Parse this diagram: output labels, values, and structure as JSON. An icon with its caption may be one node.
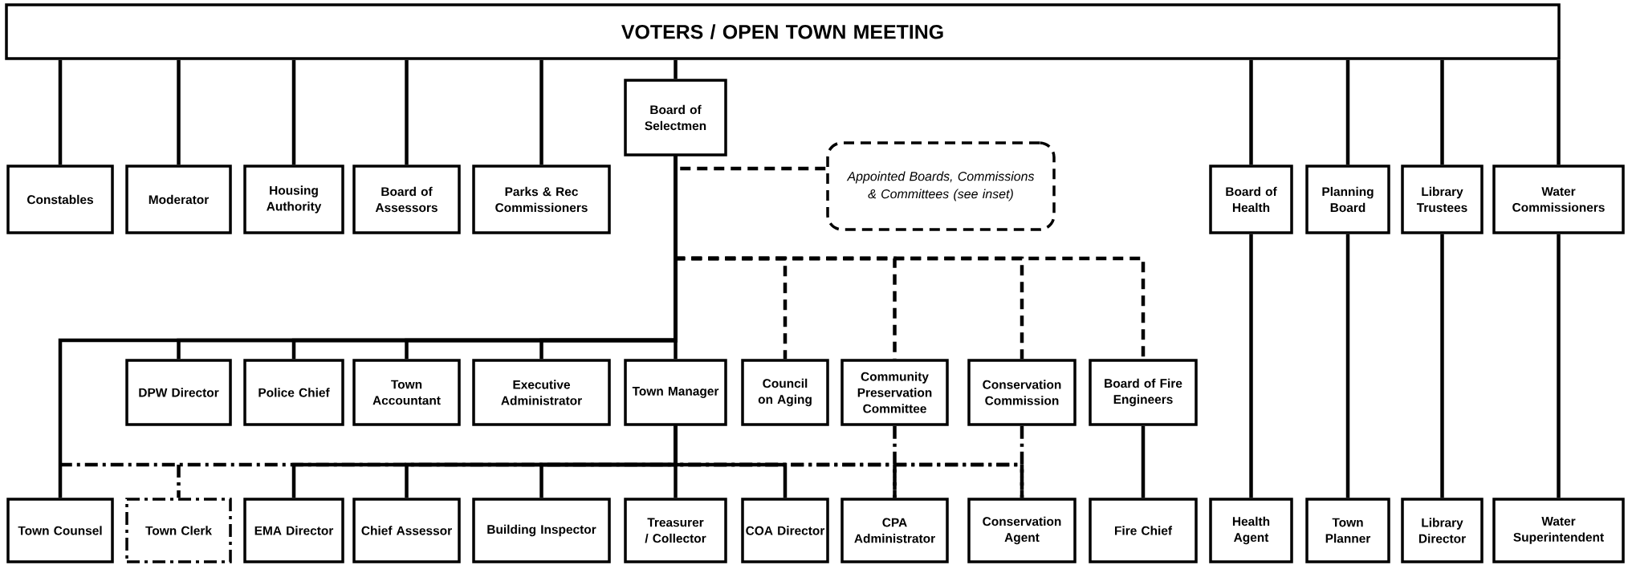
{
  "diagram": {
    "nodes": [
      {
        "text": [
          "VOTERS  /  OPEN TOWN MEETING"
        ]
      },
      {
        "text": [
          "Board of Selectmen"
        ]
      },
      {
        "text": [
          "Constables"
        ]
      },
      {
        "text": [
          "Moderator"
        ]
      },
      {
        "text": [
          "Housing Authority"
        ]
      },
      {
        "text": [
          "Board of Assessors"
        ]
      },
      {
        "text": [
          "Parks & Rec Commissioners"
        ]
      },
      {
        "text": [
          "Appointed Boards, Commissions & Committees (see inset)"
        ]
      },
      {
        "text": [
          "Board of Health"
        ]
      },
      {
        "text": [
          "Planning Board"
        ]
      },
      {
        "text": [
          "Library Trustees"
        ]
      },
      {
        "text": [
          "Water Commissioners"
        ]
      },
      {
        "text": [
          "DPW Director"
        ]
      },
      {
        "text": [
          "Police Chief"
        ]
      },
      {
        "text": [
          "Town Accountant"
        ]
      },
      {
        "text": [
          "Executive Administrator"
        ]
      },
      {
        "text": [
          "Town Manager"
        ]
      },
      {
        "text": [
          "Council on Aging"
        ]
      },
      {
        "text": [
          "Community Preservation Committee"
        ]
      },
      {
        "text": [
          "Conservation Commission"
        ]
      },
      {
        "text": [
          "Board of Fire Engineers"
        ]
      },
      {
        "text": [
          "Town Counsel"
        ]
      },
      {
        "text": [
          "Town Clerk"
        ]
      },
      {
        "text": [
          "EMA Director"
        ]
      },
      {
        "text": [
          "Chief Assessor"
        ]
      },
      {
        "text": [
          "Building Inspector"
        ]
      },
      {
        "text": [
          "Treasurer / Collector"
        ]
      },
      {
        "text": [
          "COA Director"
        ]
      },
      {
        "text": [
          "CPA Administrator"
        ]
      },
      {
        "text": [
          "Conservation Agent"
        ]
      },
      {
        "text": [
          "Fire Chief"
        ]
      },
      {
        "text": [
          "Health Agent"
        ]
      },
      {
        "text": [
          "Town Planner"
        ]
      },
      {
        "text": [
          "Library Director"
        ]
      },
      {
        "text": [
          "Water Superintendent"
        ]
      }
    ],
    "edges": [
      {
        "from": 0,
        "to": 2,
        "arrow": "none"
      },
      {
        "from": 0,
        "to": 3,
        "arrow": "none"
      },
      {
        "from": 0,
        "to": 4,
        "arrow": "none"
      },
      {
        "from": 0,
        "to": 5,
        "arrow": "none"
      },
      {
        "from": 0,
        "to": 6,
        "arrow": "none"
      },
      {
        "from": 0,
        "to": 1,
        "arrow": "none"
      },
      {
        "from": 0,
        "to": 8,
        "arrow": "none"
      },
      {
        "from": 0,
        "to": 9,
        "arrow": "none"
      },
      {
        "from": 0,
        "to": 10,
        "arrow": "none"
      },
      {
        "from": 0,
        "to": 11,
        "arrow": "none"
      },
      {
        "from": 1,
        "to": 7,
        "arrow": "none",
        "style": "dashed"
      },
      {
        "from": 1,
        "to": 21,
        "arrow": "none"
      },
      {
        "from": 1,
        "to": 12,
        "arrow": "none"
      },
      {
        "from": 1,
        "to": 13,
        "arrow": "none"
      },
      {
        "from": 1,
        "to": 14,
        "arrow": "none"
      },
      {
        "from": 1,
        "to": 15,
        "arrow": "none"
      },
      {
        "from": 1,
        "to": 16,
        "arrow": "none"
      },
      {
        "from": 1,
        "to": 17,
        "arrow": "none",
        "style": "dashed"
      },
      {
        "from": 1,
        "to": 18,
        "arrow": "none",
        "style": "dashed"
      },
      {
        "from": 1,
        "to": 19,
        "arrow": "none",
        "style": "dashed"
      },
      {
        "from": 1,
        "to": 20,
        "arrow": "none",
        "style": "dashed"
      },
      {
        "from": 16,
        "to": 22,
        "arrow": "none",
        "style": "dashed"
      },
      {
        "from": 16,
        "to": 23,
        "arrow": "none"
      },
      {
        "from": 16,
        "to": 24,
        "arrow": "none"
      },
      {
        "from": 16,
        "to": 25,
        "arrow": "none"
      },
      {
        "from": 16,
        "to": 26,
        "arrow": "none"
      },
      {
        "from": 16,
        "to": 27,
        "arrow": "none"
      },
      {
        "from": 16,
        "to": 28,
        "arrow": "none",
        "style": "dashed"
      },
      {
        "from": 16,
        "to": 29,
        "arrow": "none",
        "style": "dashed"
      },
      {
        "from": 18,
        "to": 28,
        "arrow": "none",
        "style": "dashed"
      },
      {
        "from": 19,
        "to": 29,
        "arrow": "none",
        "style": "dashed"
      },
      {
        "from": 20,
        "to": 30,
        "arrow": "none"
      },
      {
        "from": 8,
        "to": 31,
        "arrow": "none"
      },
      {
        "from": 9,
        "to": 32,
        "arrow": "none"
      },
      {
        "from": 10,
        "to": 33,
        "arrow": "none"
      },
      {
        "from": 11,
        "to": 34,
        "arrow": "none"
      }
    ]
  }
}
